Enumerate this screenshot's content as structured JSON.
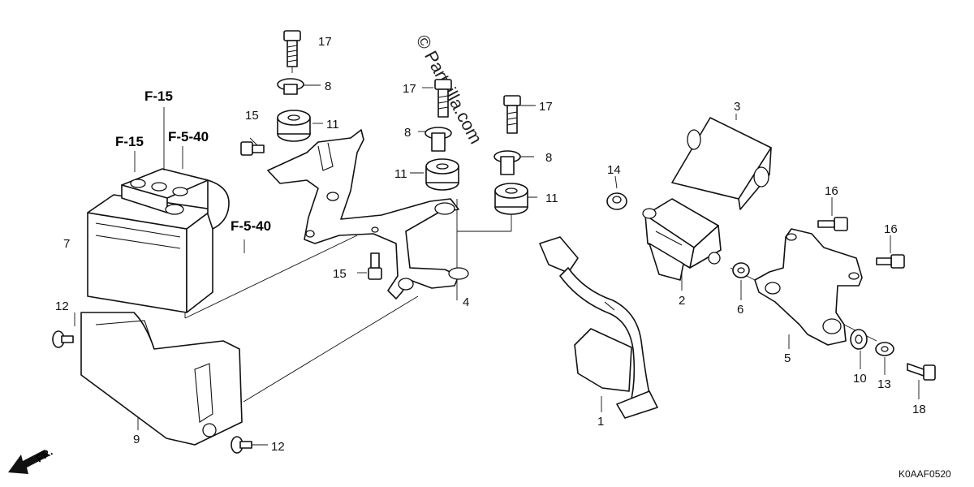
{
  "watermark": "© Partzilla.com",
  "diagram_code": "K0AAF0520",
  "front_indicator": "FR.",
  "reference_labels": {
    "f15_top": "F-15",
    "f15_left": "F-15",
    "f540_top": "F-5-40",
    "f540_right": "F-5-40"
  },
  "callouts": {
    "c17_a": "17",
    "c8_a": "8",
    "c11_a": "11",
    "c15_a": "15",
    "c17_b": "17",
    "c8_b": "8",
    "c11_b": "11",
    "c17_c": "17",
    "c8_c": "8",
    "c11_c": "11",
    "c7": "7",
    "c15_b": "15",
    "c4": "4",
    "c12_a": "12",
    "c9": "9",
    "c12_b": "12",
    "c3": "3",
    "c14": "14",
    "c2": "2",
    "c6": "6",
    "c16_a": "16",
    "c16_b": "16",
    "c5": "5",
    "c10": "10",
    "c13": "13",
    "c18": "18",
    "c1": "1"
  }
}
